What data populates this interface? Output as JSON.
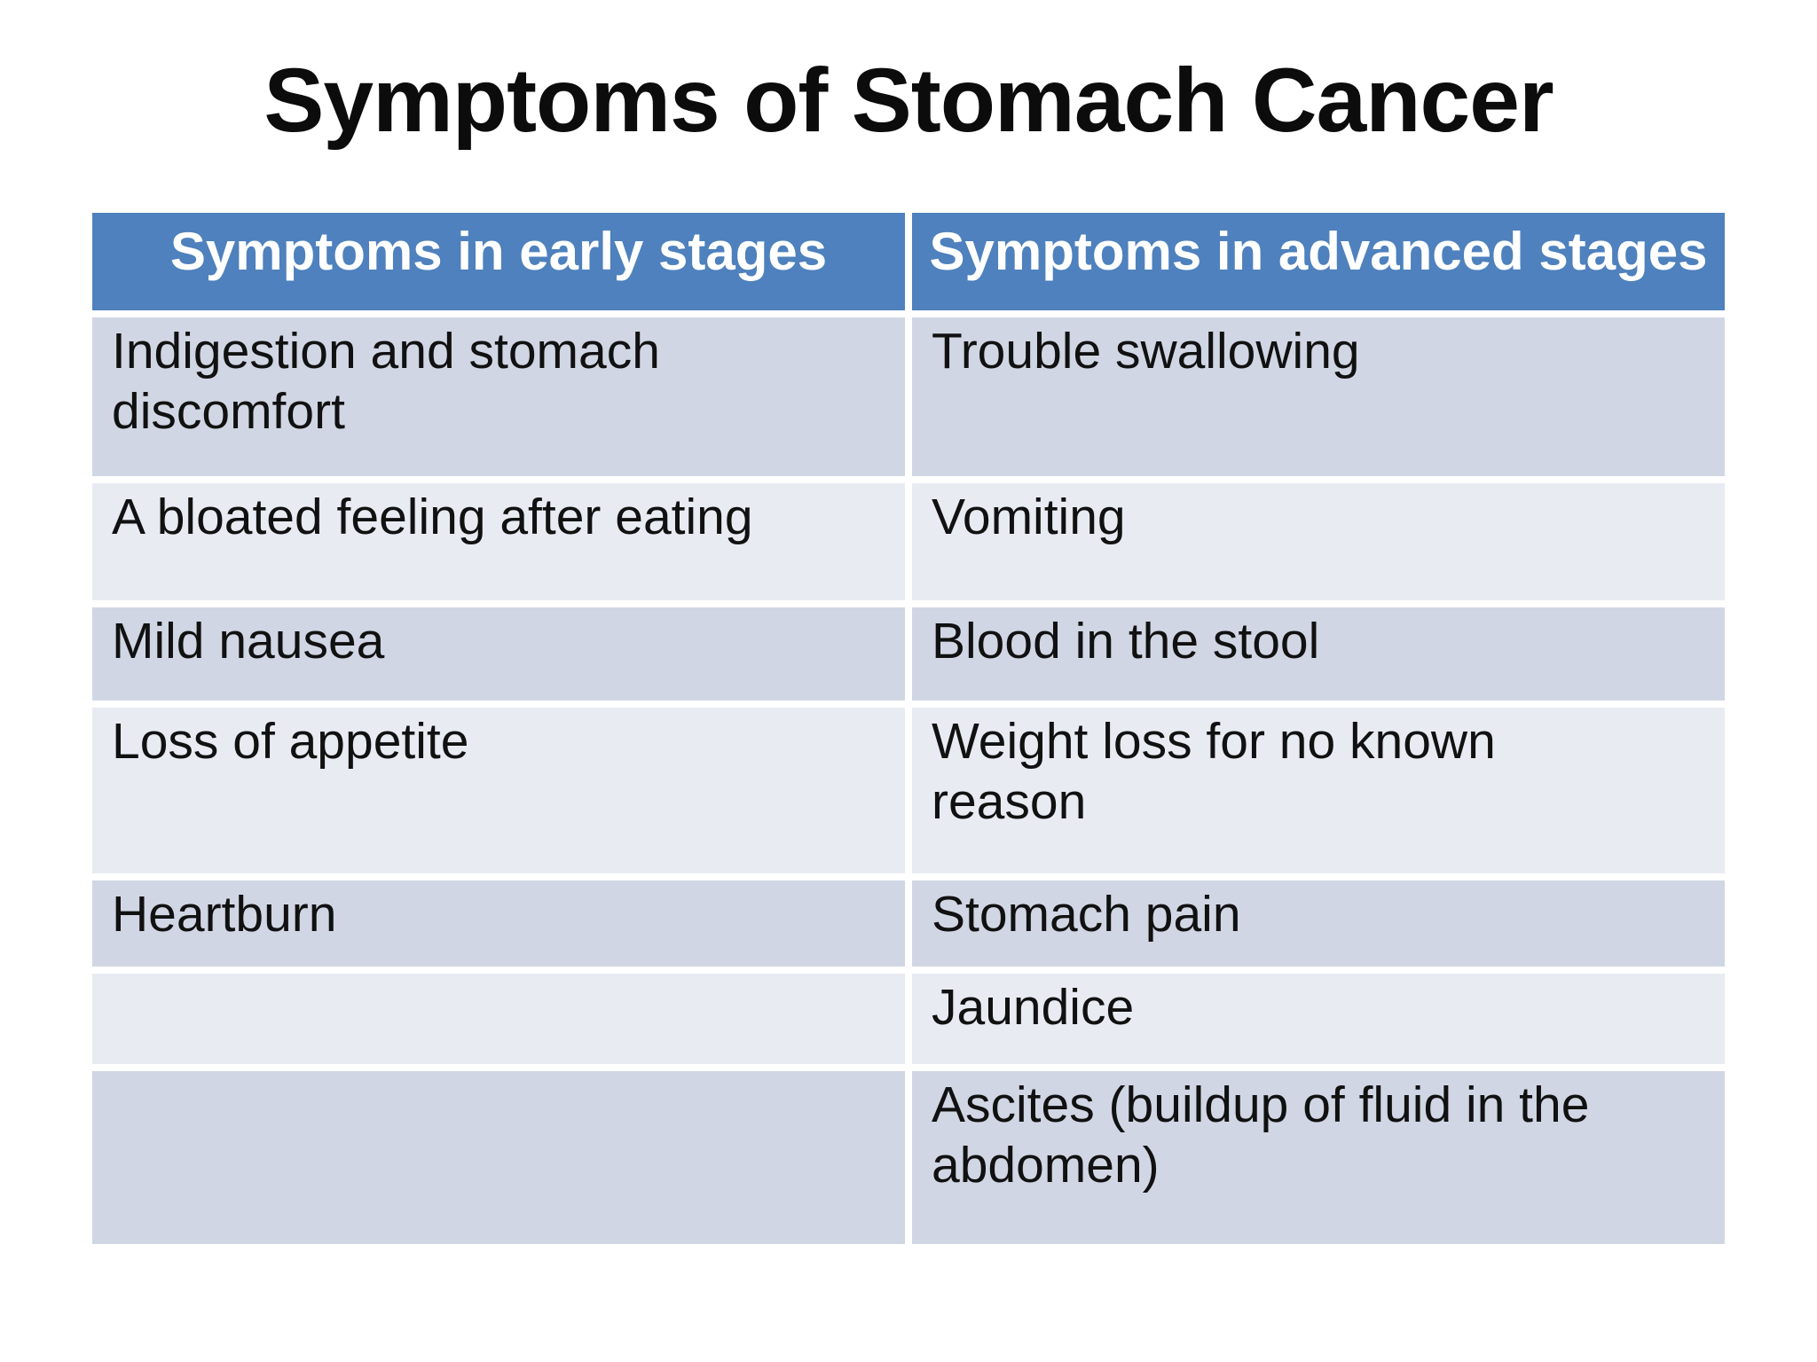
{
  "title": "Symptoms of Stomach Cancer",
  "table": {
    "columns": [
      {
        "header": "Symptoms in early stages"
      },
      {
        "header": "Symptoms in advanced stages"
      }
    ],
    "rows": [
      {
        "early": "Indigestion and stomach\ndiscomfort",
        "advanced": "Trouble swallowing"
      },
      {
        "early": "A bloated feeling after eating",
        "advanced": "Vomiting"
      },
      {
        "early": "Mild nausea",
        "advanced": "Blood in the stool"
      },
      {
        "early": "Loss of appetite",
        "advanced": "Weight loss for no known\nreason"
      },
      {
        "early": "Heartburn",
        "advanced": "Stomach pain"
      },
      {
        "early": "",
        "advanced": "Jaundice"
      },
      {
        "early": "",
        "advanced": "Ascites (buildup of fluid in the\nabdomen)"
      }
    ],
    "colors": {
      "header_bg": "#4E81BD",
      "header_text": "#FFFFFF",
      "band_dark": "#D1D6E4",
      "band_light": "#E8EBF2",
      "body_text": "#111111"
    }
  }
}
